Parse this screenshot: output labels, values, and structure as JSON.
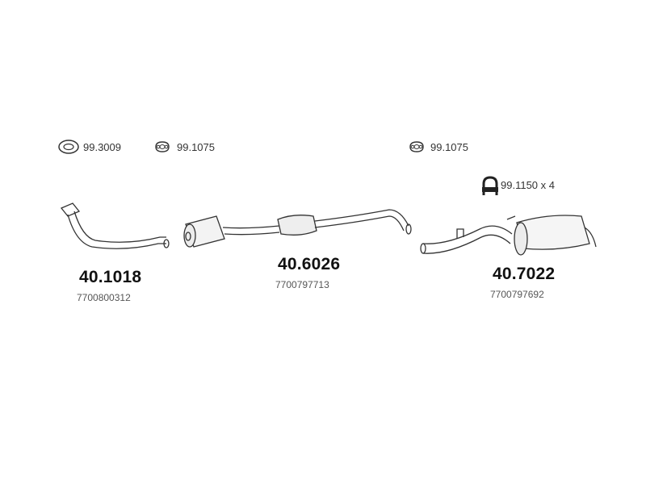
{
  "accessories": [
    {
      "code": "99.3009",
      "icon": "ring-gasket-icon"
    },
    {
      "code": "99.1075",
      "icon": "flange-gasket-icon"
    },
    {
      "code": "99.1075",
      "icon": "flange-gasket-icon"
    },
    {
      "code": "99.1150 x 4",
      "icon": "u-clamp-icon"
    }
  ],
  "parts": [
    {
      "number": "40.1018",
      "oem": "7700800312",
      "name": "front-pipe"
    },
    {
      "number": "40.6026",
      "oem": "7700797713",
      "name": "middle-section-with-catalyst"
    },
    {
      "number": "40.7022",
      "oem": "7700797692",
      "name": "rear-silencer"
    }
  ]
}
